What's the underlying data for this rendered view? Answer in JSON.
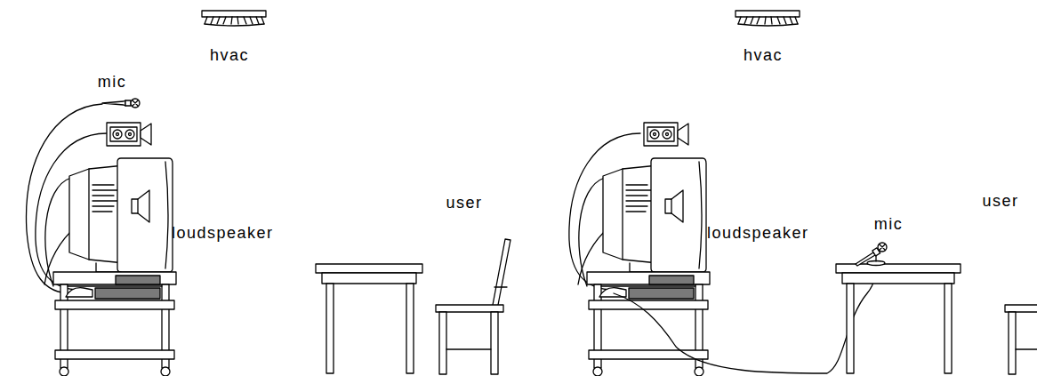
{
  "diagram": {
    "labels": [
      "hvac",
      "mic",
      "user",
      "loudspeaker",
      "hvac",
      "user",
      "mic",
      "loudspeaker"
    ]
  }
}
